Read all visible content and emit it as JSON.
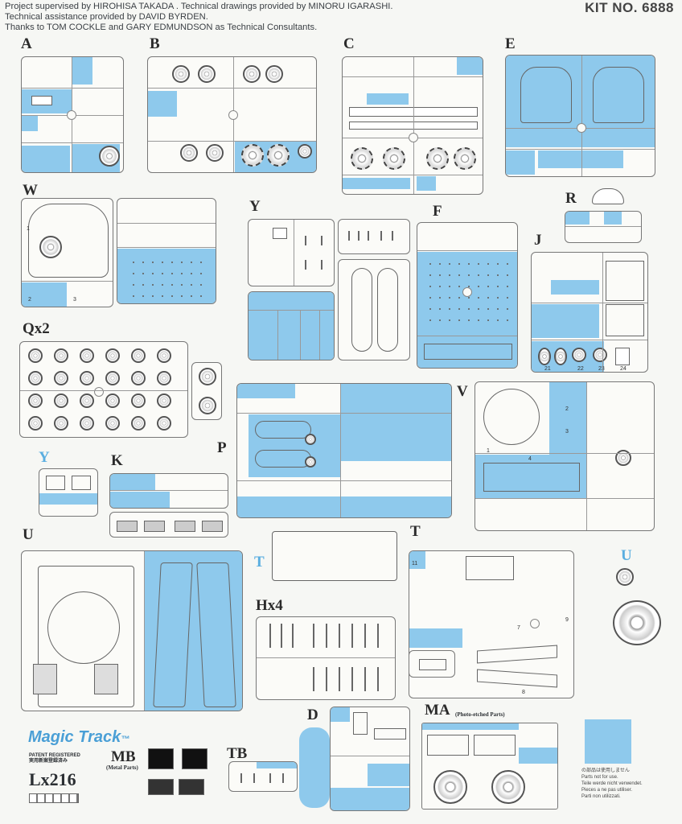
{
  "header": {
    "credits": [
      "Project supervised by HIROHISA TAKADA . Technical drawings provided by MINORU IGARASHI.",
      "Technical assistance provided by DAVID BYRDEN.",
      "Thanks to TOM COCKLE and GARY EDMUNDSON as Technical Consultants."
    ],
    "kit_number": "KIT NO. 6888"
  },
  "sprues": {
    "A": "A",
    "B": "B",
    "C": "C",
    "E": "E",
    "W": "W",
    "Y": "Y",
    "F": "F",
    "R": "R",
    "J": "J",
    "Qx2": "Qx2",
    "V": "V",
    "Y2": "Y",
    "K": "K",
    "P": "P",
    "U": "U",
    "T": "T",
    "T2": "T",
    "U2": "U",
    "Hx4": "Hx4",
    "D": "D",
    "MA": "MA",
    "MA_sub": "(Photo-etched Parts)",
    "MB": "MB",
    "MB_sub": "(Metal Parts)",
    "TB": "TB",
    "Lx216": "Lx216"
  },
  "magic_track": {
    "logo": "Magic Track",
    "tm": "™",
    "patent": [
      "PATENT REGISTERED",
      "実用新案登録済み"
    ]
  },
  "legend": {
    "color": "#8ec9ec",
    "lines": [
      "の部品は使用しません",
      "Parts not for use.",
      "Teile werde nicht verwendet.",
      "Pieces a ne pas utiliser.",
      "Parti non utilizzati."
    ]
  },
  "sprue_part_numbers": {
    "J": [
      "21",
      "22",
      "23",
      "24"
    ],
    "W": [
      "1",
      "2",
      "3"
    ],
    "V": [
      "1",
      "2",
      "3",
      "4"
    ],
    "T": [
      "11",
      "7",
      "8",
      "9"
    ]
  }
}
